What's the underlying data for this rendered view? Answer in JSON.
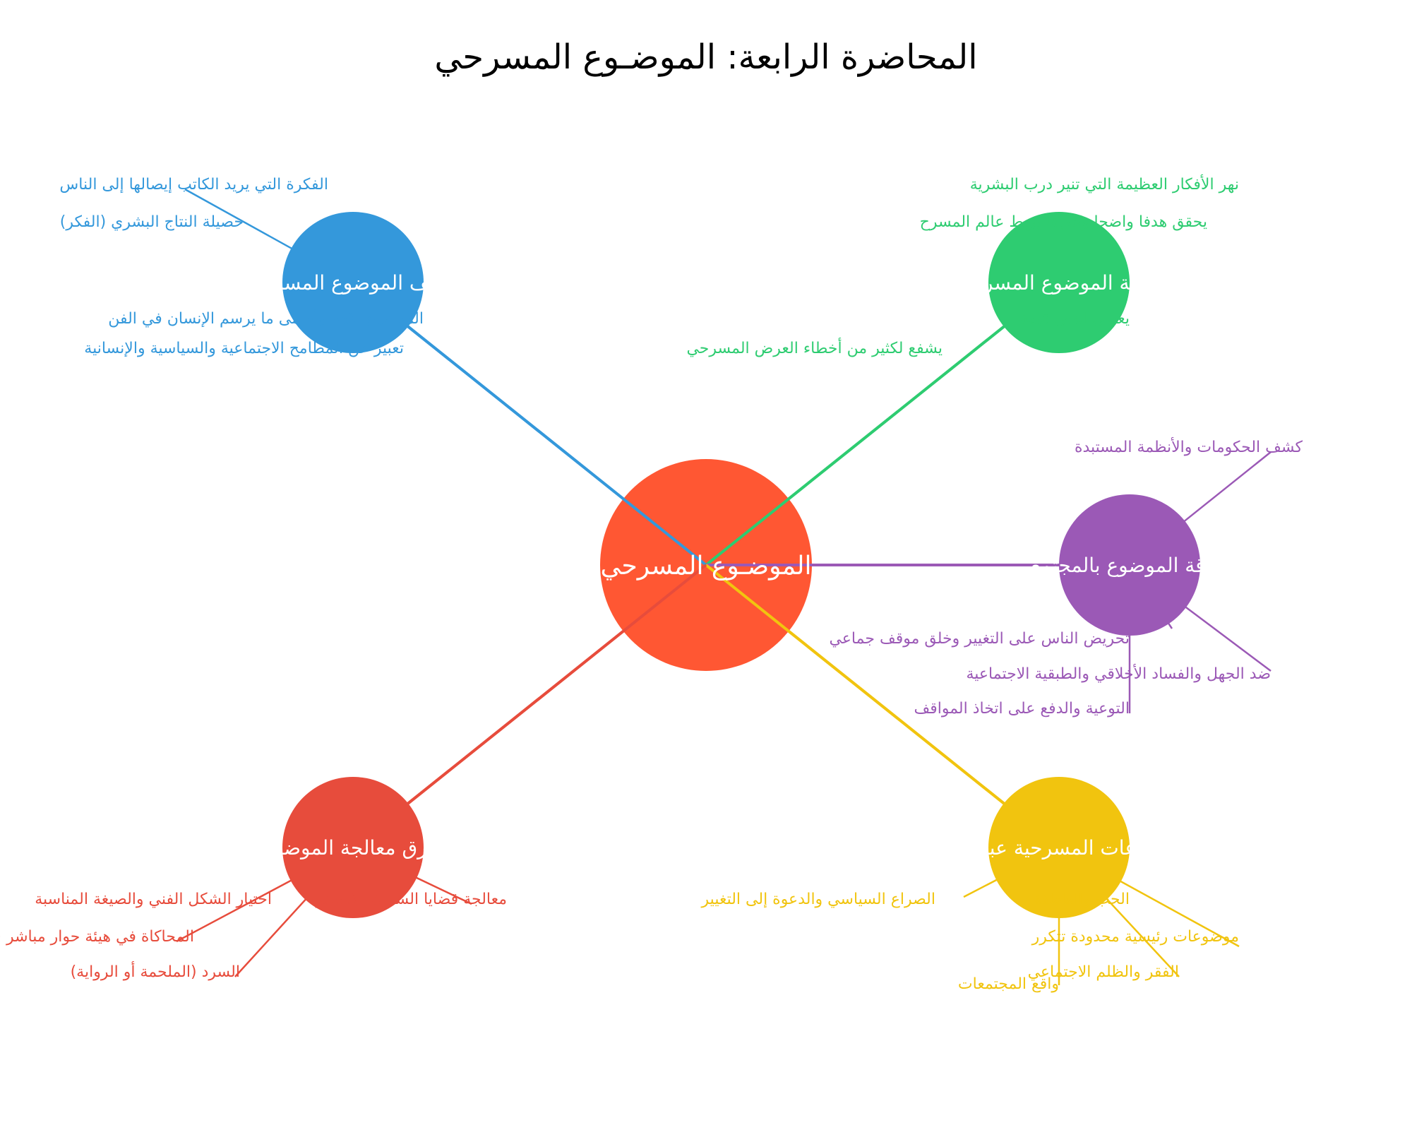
{
  "title": "المحاضرة الرابعة: الموضـوع المسرحي",
  "colors": {
    "center": "#FF5733",
    "blue": "#3498DB",
    "green": "#2ECC71",
    "purple": "#9B59B6",
    "red": "#E74C3C",
    "yellow": "#F1C40F"
  },
  "center": {
    "label": "الموضـوع المسرحي",
    "color": "#FF5733"
  },
  "branches": [
    {
      "id": "blue",
      "label": "تعريف الموضوع المسرحي",
      "color": "#3498DB",
      "leaves": [
        "الفكرة التي يريد الكاتب إيصالها إلى الناس",
        "حصيلة النتاج البشري (الفكر)",
        "الموضوع الأهم وأسمى ما يرسم الإنسان في الفن",
        "تعبير عن المطامح الاجتماعية والسياسية والإنسانية"
      ]
    },
    {
      "id": "green",
      "label": "أهمية الموضوع المسرحي",
      "color": "#2ECC71",
      "leaves": [
        "نهر الأفكار العظيمة التي تنير درب البشرية",
        "يحقق هدفا واضحا وعميقا يربط عالم المسرح",
        "يعطي النص قيمة",
        "يشفع لكثير من أخطاء العرض المسرحي"
      ]
    },
    {
      "id": "purple",
      "label": "علاقة الموضوع بالمجتمع",
      "color": "#9B59B6",
      "leaves": [
        "كشف الحكومات والأنظمة المستبدة",
        "تحريض الناس على التغيير وخلق موقف جماعي",
        "ضد الجهل والفساد الأخلاقي والطبقية الاجتماعية",
        "التوعية والدفع على اتخاذ المواقف"
      ]
    },
    {
      "id": "yellow",
      "label": "الموضوعات المسرحية عبر التاريخ",
      "color": "#F1C40F",
      "leaves": [
        "الحب والعاطفة",
        "موضوعات رئيسية محدودة تتكرر",
        "الفقر والظلم الاجتماعي",
        "واقع المجتمعات",
        "الصراع السياسي والدعوة إلى التغيير"
      ]
    },
    {
      "id": "red",
      "label": "طرق معالجة الموضوع",
      "color": "#E74C3C",
      "leaves": [
        "معالجة قضايا السلوك الإنساني",
        "اختيار الشكل الفني والصيغة المناسبة",
        "المحاكاة في هيئة حوار مباشر (الدراما)",
        "السرد (الملحمة أو الرواية)"
      ]
    }
  ]
}
